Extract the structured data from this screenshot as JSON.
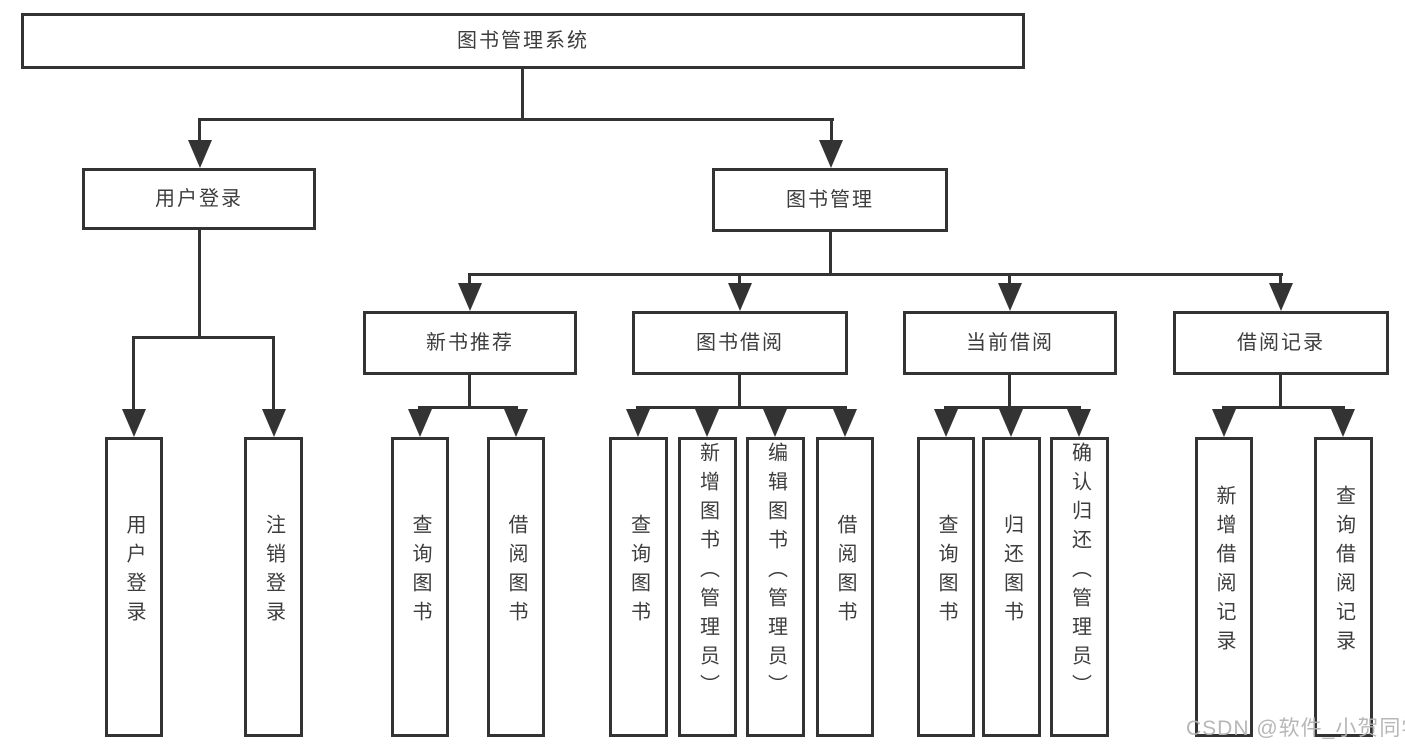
{
  "diagram": {
    "root": {
      "label": "图书管理系统"
    },
    "user_login": {
      "label": "用户登录",
      "children": {
        "login": {
          "label": "用户登录"
        },
        "logout": {
          "label": "注销登录"
        }
      }
    },
    "book_mgmt": {
      "label": "图书管理",
      "sections": {
        "new_books": {
          "label": "新书推荐",
          "children": {
            "query": {
              "label": "查询图书"
            },
            "borrow": {
              "label": "借阅图书"
            }
          }
        },
        "borrowing": {
          "label": "图书借阅",
          "children": {
            "query": {
              "label": "查询图书"
            },
            "add": {
              "label": "新增图书（管理员）"
            },
            "edit": {
              "label": "编辑图书（管理员）"
            },
            "borrow": {
              "label": "借阅图书"
            }
          }
        },
        "current": {
          "label": "当前借阅",
          "children": {
            "query": {
              "label": "查询图书"
            },
            "return": {
              "label": "归还图书"
            },
            "confirm": {
              "label": "确认归还（管理员）"
            }
          }
        },
        "records": {
          "label": "借阅记录",
          "children": {
            "add": {
              "label": "新增借阅记录"
            },
            "query": {
              "label": "查询借阅记录"
            }
          }
        }
      }
    }
  },
  "colors": {
    "line": "#333333",
    "text": "#3d3d3d",
    "watermark": "#b4b4b4"
  },
  "watermark": {
    "text": "CSDN @软件_小贺同学"
  }
}
